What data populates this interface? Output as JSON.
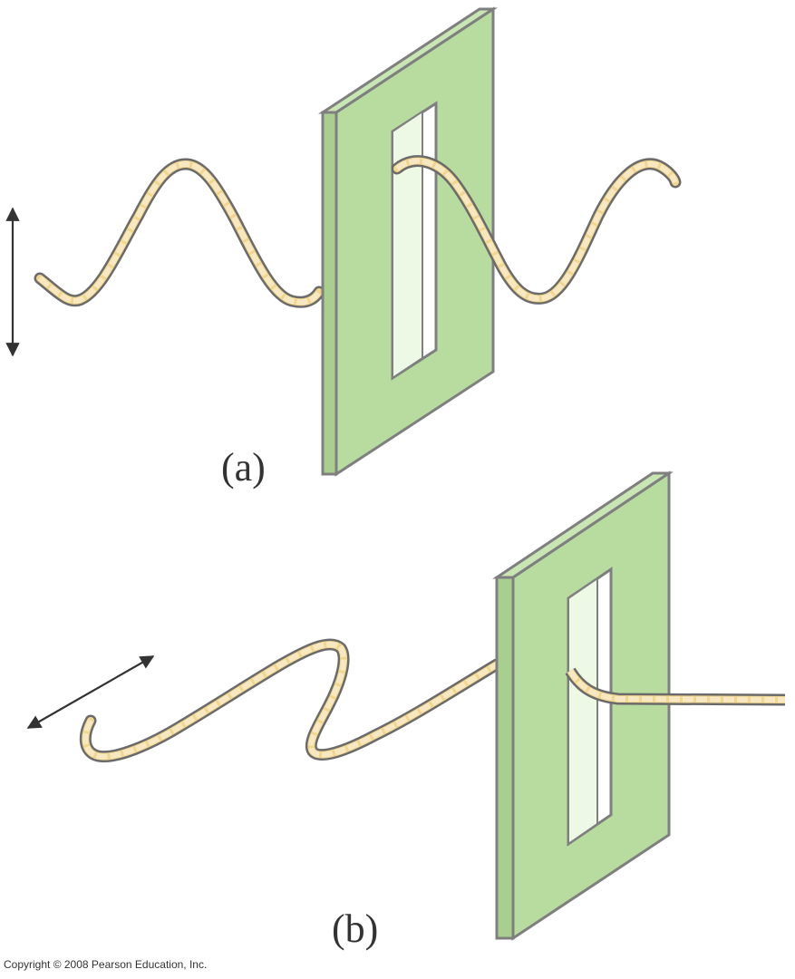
{
  "diagram": {
    "panel_a": {
      "label": "(a)",
      "slit_orientation": "vertical",
      "wave_direction": "vertical"
    },
    "panel_b": {
      "label": "(b)",
      "slit_orientation": "vertical",
      "wave_direction": "horizontal"
    }
  },
  "footer": {
    "copyright": "Copyright © 2008 Pearson Education, Inc."
  },
  "colors": {
    "slit_board_face": "#b8dba0",
    "slit_board_edge": "#7f7f7f",
    "rope_fill": "#f1d68f",
    "rope_outline": "#6b6b6b",
    "arrow": "#333333"
  },
  "icons": {
    "vertical_arrow": "double-headed-vertical-arrow",
    "diagonal_arrow": "double-headed-diagonal-arrow"
  }
}
